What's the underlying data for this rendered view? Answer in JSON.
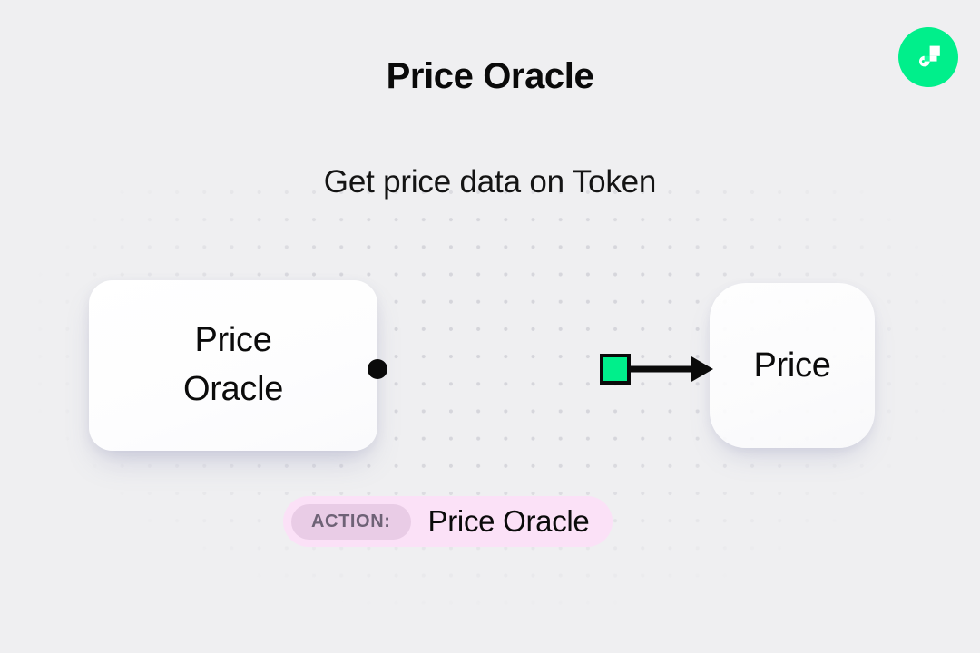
{
  "page": {
    "title": "Price Oracle",
    "subtitle": "Get price data on Token",
    "background_color": "#efeff1",
    "dot_color": "#d4d4da"
  },
  "brand": {
    "logo_name": "flow-logo",
    "circle_color": "#00ef8b",
    "mark_color": "#ffffff",
    "accent_color": "#16ff9e"
  },
  "diagram": {
    "nodes": [
      {
        "id": "source",
        "label": "Price\nOracle",
        "shape": "rounded-rectangle",
        "fill": "#ffffff"
      },
      {
        "id": "target",
        "label": "Price",
        "shape": "rounded-square",
        "fill": "#ffffff"
      }
    ],
    "edge": {
      "from": "source",
      "to": "target",
      "start_marker": "dot",
      "end_marker": "arrow",
      "line_color": "#0a0a0a",
      "token_color": "#00ef8b",
      "token_border_color": "#0a0a0a",
      "gradient_color": "#00ef8b"
    }
  },
  "action": {
    "tag_label": "ACTION:",
    "value": "Price Oracle",
    "pill_color": "#fbe1f7",
    "tag_color": "#e9cce6",
    "tag_text_color": "#6e6276"
  }
}
